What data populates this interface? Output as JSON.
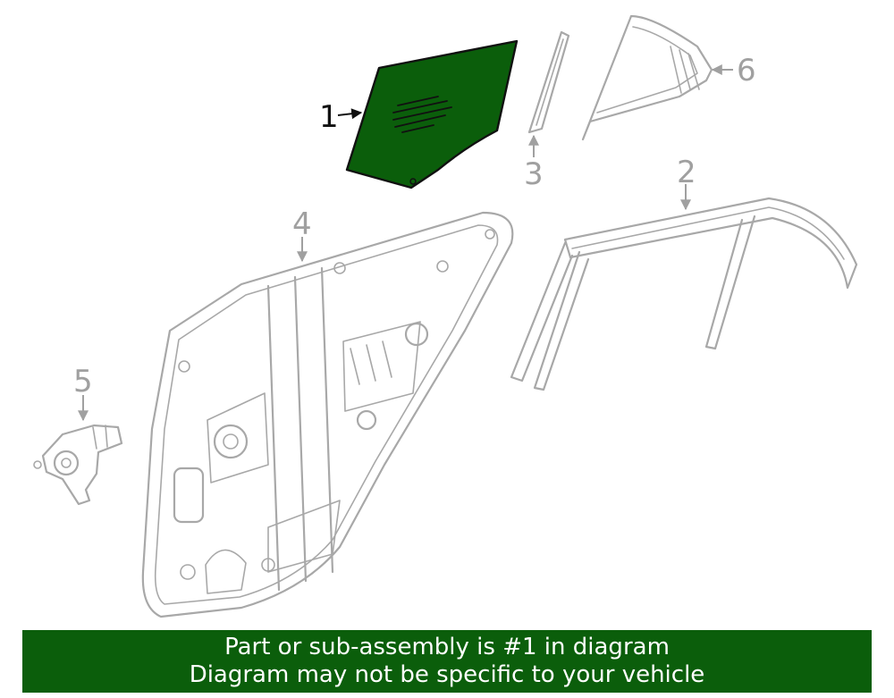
{
  "callouts": [
    {
      "id": "1",
      "label": "1"
    },
    {
      "id": "2",
      "label": "2"
    },
    {
      "id": "3",
      "label": "3"
    },
    {
      "id": "4",
      "label": "4"
    },
    {
      "id": "5",
      "label": "5"
    },
    {
      "id": "6",
      "label": "6"
    }
  ],
  "highlight_color": "#0b5e0b",
  "line_color": "#a8a8a8",
  "banner": {
    "line1": "Part or sub-assembly is #1 in diagram",
    "line2": "Diagram may not be specific to your vehicle"
  }
}
